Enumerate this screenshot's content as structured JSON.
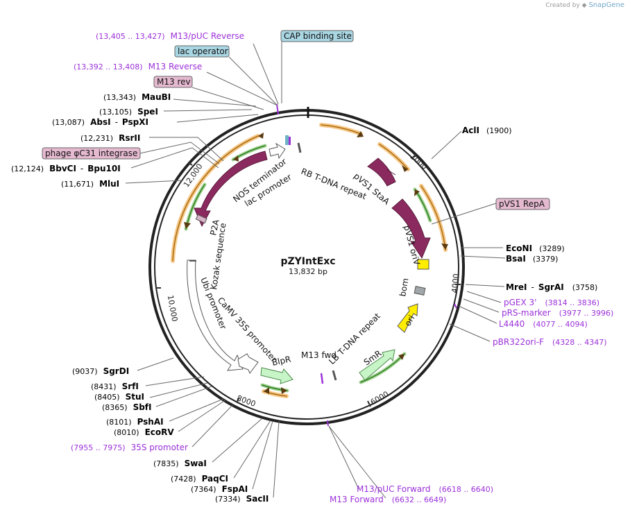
{
  "credit": {
    "prefix": "Created by",
    "brand": "SnapGene"
  },
  "plasmid": {
    "name": "pZYIntExc",
    "size": "13,832 bp"
  },
  "colors": {
    "enzyme": "#000000",
    "primer": "#9b30d9",
    "feature_label_magenta": "#e5b9d0",
    "feature_label_blue": "#a9d6e3",
    "arrow_plum": "#8b2a5e",
    "origin_yellow": "#ffee00",
    "marker_green": "#c8f5c8",
    "orf_orange": "#f2a233",
    "orf_green": "#3fa626"
  },
  "ticks": [
    "2000",
    "4000",
    "6000",
    "8000",
    "10,000",
    "12,000"
  ],
  "enzymes": [
    {
      "name": "AclI",
      "pos": "(1900)"
    },
    {
      "name": "EcoNI",
      "pos": "(3289)"
    },
    {
      "name": "BsaI",
      "pos": "(3379)"
    },
    {
      "name": "MreI",
      "name2": "SgrAI",
      "pos": "(3758)"
    },
    {
      "name": "SgrDI",
      "pos": "(9037)"
    },
    {
      "name": "SrfI",
      "pos": "(8431)"
    },
    {
      "name": "StuI",
      "pos": "(8405)"
    },
    {
      "name": "SbfI",
      "pos": "(8365)"
    },
    {
      "name": "PshAI",
      "pos": "(8101)"
    },
    {
      "name": "EcoRV",
      "pos": "(8010)"
    },
    {
      "name": "SwaI",
      "pos": "(7835)"
    },
    {
      "name": "PaqCI",
      "pos": "(7428)"
    },
    {
      "name": "FspAI",
      "pos": "(7364)"
    },
    {
      "name": "SacII",
      "pos": "(7334)"
    },
    {
      "name": "MluI",
      "pos": "(11,671)"
    },
    {
      "name": "BbvCI",
      "name2": "Bpu10I",
      "pos": "(12,124)"
    },
    {
      "name": "RsrII",
      "pos": "(12,231)"
    },
    {
      "name": "AbsI",
      "name2": "PspXI",
      "pos": "(13,087)"
    },
    {
      "name": "SpeI",
      "pos": "(13,105)"
    },
    {
      "name": "MauBI",
      "pos": "(13,343)"
    }
  ],
  "primers": [
    {
      "name": "M13/pUC Reverse",
      "pos": "(13,405 .. 13,427)"
    },
    {
      "name": "M13 Reverse",
      "pos": "(13,392 .. 13,408)"
    },
    {
      "name": "pGEX 3'",
      "pos": "(3814 .. 3836)"
    },
    {
      "name": "pRS-marker",
      "pos": "(3977 .. 3996)"
    },
    {
      "name": "L4440",
      "pos": "(4077 .. 4094)"
    },
    {
      "name": "pBR322ori-F",
      "pos": "(4328 .. 4347)"
    },
    {
      "name": "35S promoter",
      "pos": "(7955 .. 7975)"
    },
    {
      "name": "M13/pUC Forward",
      "pos": "(6618 .. 6640)"
    },
    {
      "name": "M13 Forward",
      "pos": "(6632 .. 6649)"
    }
  ],
  "boxed_labels": [
    {
      "name": "CAP binding site",
      "color": "#a9d6e3"
    },
    {
      "name": "lac operator",
      "color": "#a9d6e3"
    },
    {
      "name": "M13 rev",
      "color": "#e5b9d0"
    },
    {
      "name": "phage φC31 integrase",
      "color": "#e5b9d0"
    },
    {
      "name": "pVS1 RepA",
      "color": "#e5b9d0"
    }
  ],
  "inner_features": {
    "rb_repeat": "RB T-DNA repeat",
    "pvs1_stai": "pVS1 StaA",
    "pvs1_oriv": "pVS1 oriV",
    "bom": "bom",
    "ori": "ori",
    "smr": "SmR",
    "lb_repeat": "LB T-DNA repeat",
    "m13_fwd": "M13 fwd",
    "blpr": "BlpR",
    "camv": "CaMV 35S promoter",
    "ubi": "Ubi promoter",
    "kozak": "Kozak sequence",
    "p2a": "P2A",
    "nos": "NOS terminator",
    "lac": "lac promoter"
  }
}
